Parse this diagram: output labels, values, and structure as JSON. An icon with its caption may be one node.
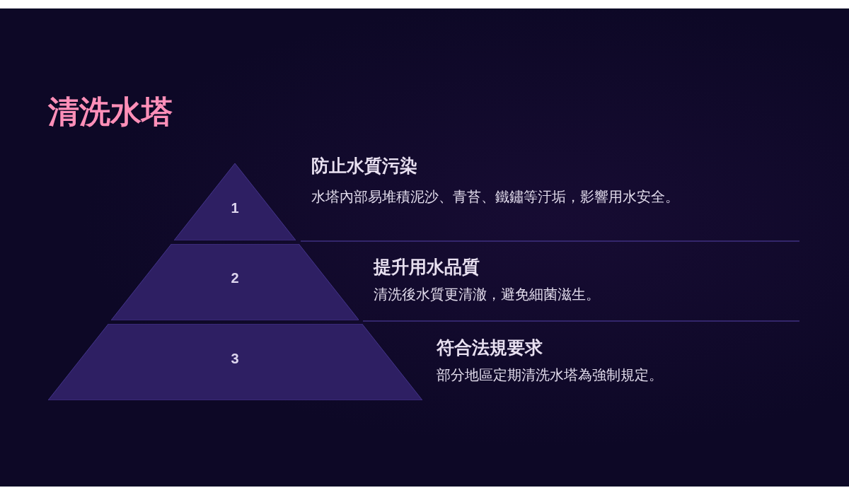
{
  "diagram": {
    "title": "清洗水塔",
    "nodes": [
      {
        "text": [
          "1"
        ],
        "beside": [
          "防止水質污染",
          "水塔內部易堆積泥沙、青苔、鐵鏽等汙垢，影響用水安全。"
        ]
      },
      {
        "text": [
          "2"
        ],
        "beside": [
          "提升用水品質",
          "清洗後水質更清澈，避免細菌滋生。"
        ]
      },
      {
        "text": [
          "3"
        ],
        "beside": [
          "符合法規要求",
          "部分地區定期清洗水塔為強制規定。"
        ]
      }
    ]
  }
}
